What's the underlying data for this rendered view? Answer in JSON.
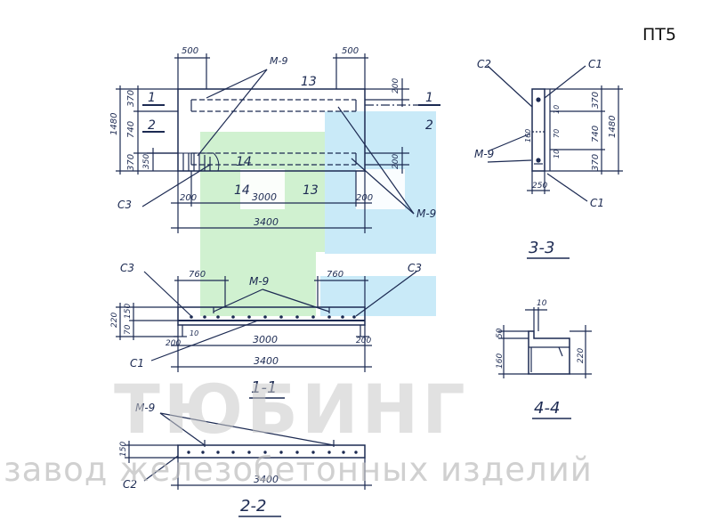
{
  "code": "ПТ5",
  "watermark": {
    "brand": "ТЮБИНГ",
    "tagline": "завод железобетонных изделий",
    "color_green": "#c8efc8",
    "color_blue": "#bfe6f7"
  },
  "colors": {
    "ink": "#1c2a52",
    "dims": "#23325e"
  },
  "plan": {
    "dims_top": [
      "500",
      "500"
    ],
    "dims_left": [
      "370",
      "740",
      "370",
      "1480",
      "350"
    ],
    "dims_bottom": [
      "200",
      "3000",
      "200",
      "3400"
    ],
    "dims_right": [
      "200",
      "200"
    ],
    "marks": [
      "М-9",
      "13",
      "14",
      "14",
      "13",
      "С3",
      "М-9"
    ],
    "section_marks": [
      "1",
      "1",
      "2",
      "2"
    ]
  },
  "sec33": {
    "labels": [
      "С2",
      "С1",
      "М-9",
      "С1"
    ],
    "dims": [
      "370",
      "740",
      "370",
      "1480",
      "10",
      "160",
      "70",
      "10",
      "250"
    ],
    "title": "3-3"
  },
  "sec11": {
    "labels": [
      "С3",
      "М-9",
      "С3",
      "С1"
    ],
    "dims": [
      "760",
      "760",
      "220",
      "150",
      "70",
      "200",
      "10",
      "3000",
      "200",
      "3400"
    ],
    "title": "1-1"
  },
  "sec44": {
    "dims": [
      "10",
      "50",
      "160",
      "220"
    ],
    "title": "4-4"
  },
  "sec22": {
    "labels": [
      "М-9",
      "С2"
    ],
    "dims": [
      "150",
      "3400"
    ],
    "title": "2-2"
  }
}
